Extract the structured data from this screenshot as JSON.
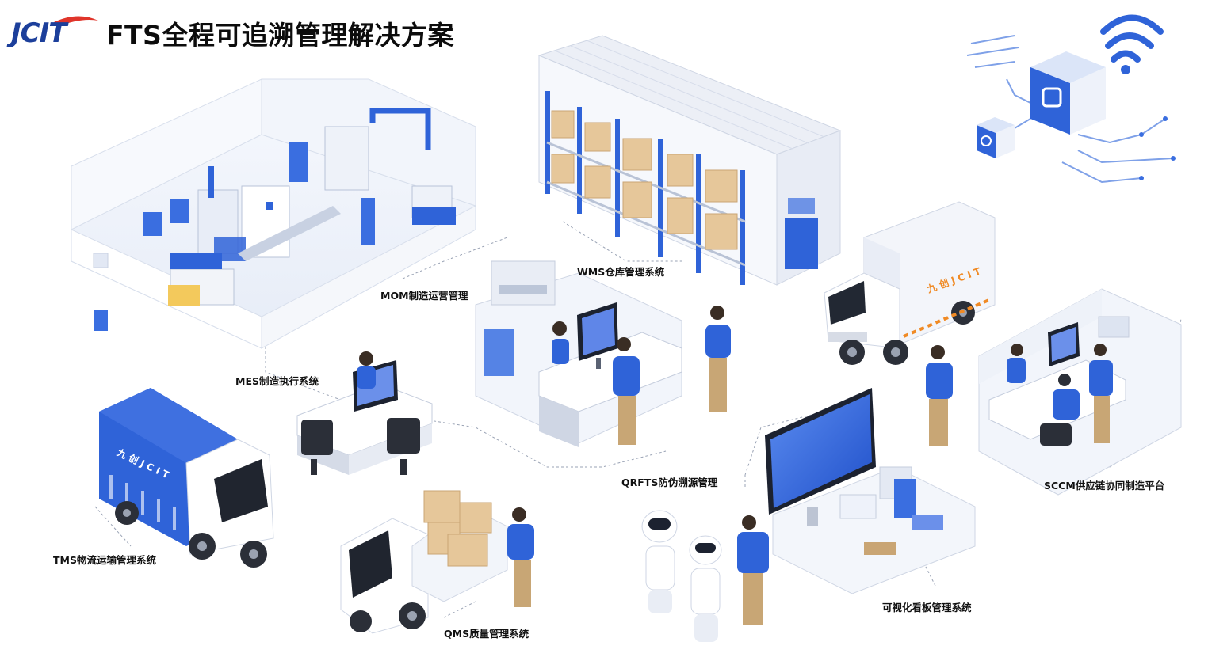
{
  "header": {
    "logo_text": "JCIT",
    "title": "FTS全程可追溯管理解决方案"
  },
  "brand_text": {
    "truck_right": "九 创 J C I T",
    "truck_left": "九 创 J C I T"
  },
  "systems": [
    {
      "id": "wms",
      "label": "WMS仓库管理系统"
    },
    {
      "id": "mom",
      "label": "MOM制造运营管理"
    },
    {
      "id": "mes",
      "label": "MES制造执行系统"
    },
    {
      "id": "qrfts",
      "label": "QRFTS防伪溯源管理"
    },
    {
      "id": "sccm",
      "label": "SCCM供应链协同制造平台"
    },
    {
      "id": "tms",
      "label": "TMS物流运输管理系统"
    },
    {
      "id": "qms",
      "label": "QMS质量管理系统"
    },
    {
      "id": "kanban",
      "label": "可视化看板管理系统"
    }
  ],
  "colors": {
    "brand_blue": "#2f63d8",
    "brand_navy": "#1c3f9b",
    "logo_red": "#e0352b",
    "light_panel": "#eef2fa",
    "brand_orange": "#f08a24"
  }
}
